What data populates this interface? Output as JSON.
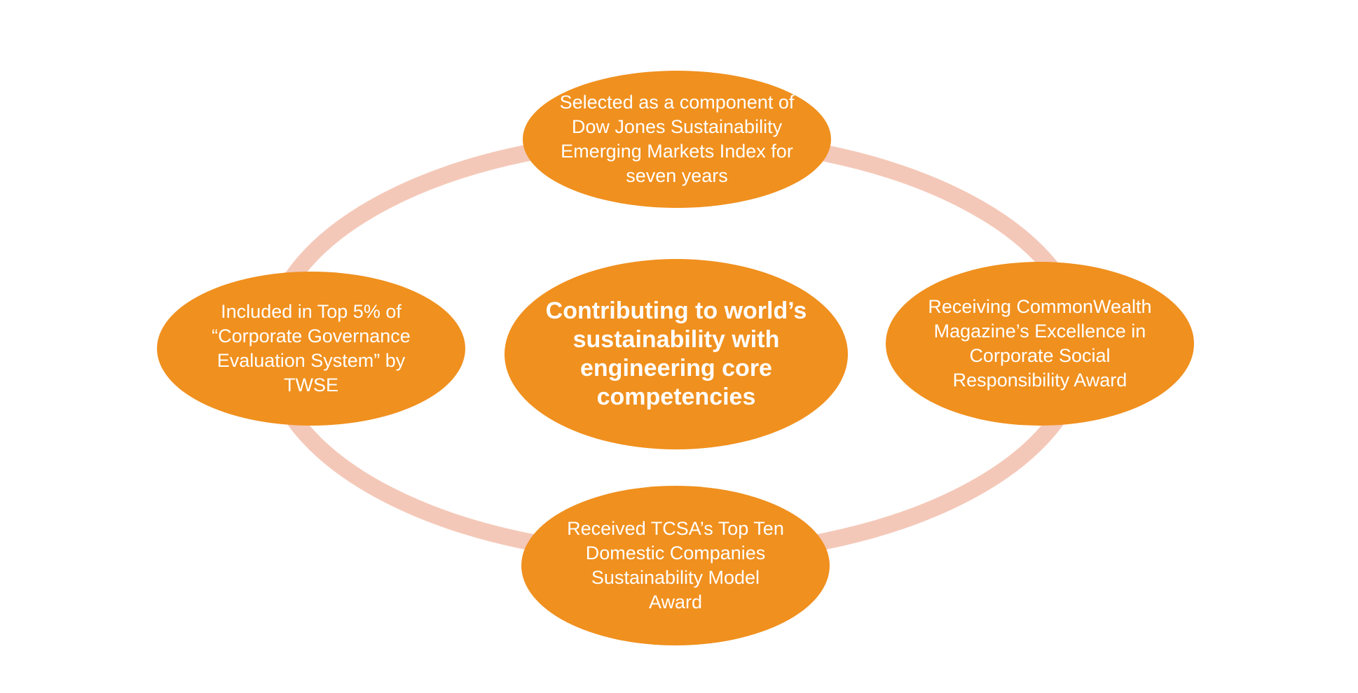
{
  "diagram": {
    "center": {
      "text": "Contributing to world’s\nsustainability with\nengineering core\ncompetencies"
    },
    "nodes": {
      "top": "Selected as a component of\nDow Jones Sustainability\nEmerging Markets Index for\nseven years",
      "left": "Included in Top 5% of\n“Corporate  Governance\nEvaluation System” by\nTWSE",
      "right": "Receiving CommonWealth\nMagazine’s Excellence in\nCorporate Social\nResponsibility Award",
      "bottom": "Received TCSA’s Top Ten\nDomestic Companies\nSustainability Model\nAward"
    },
    "colors": {
      "node_fill": "#f0901e",
      "node_text": "#ffffff",
      "ring": "#f4c8b8"
    }
  }
}
